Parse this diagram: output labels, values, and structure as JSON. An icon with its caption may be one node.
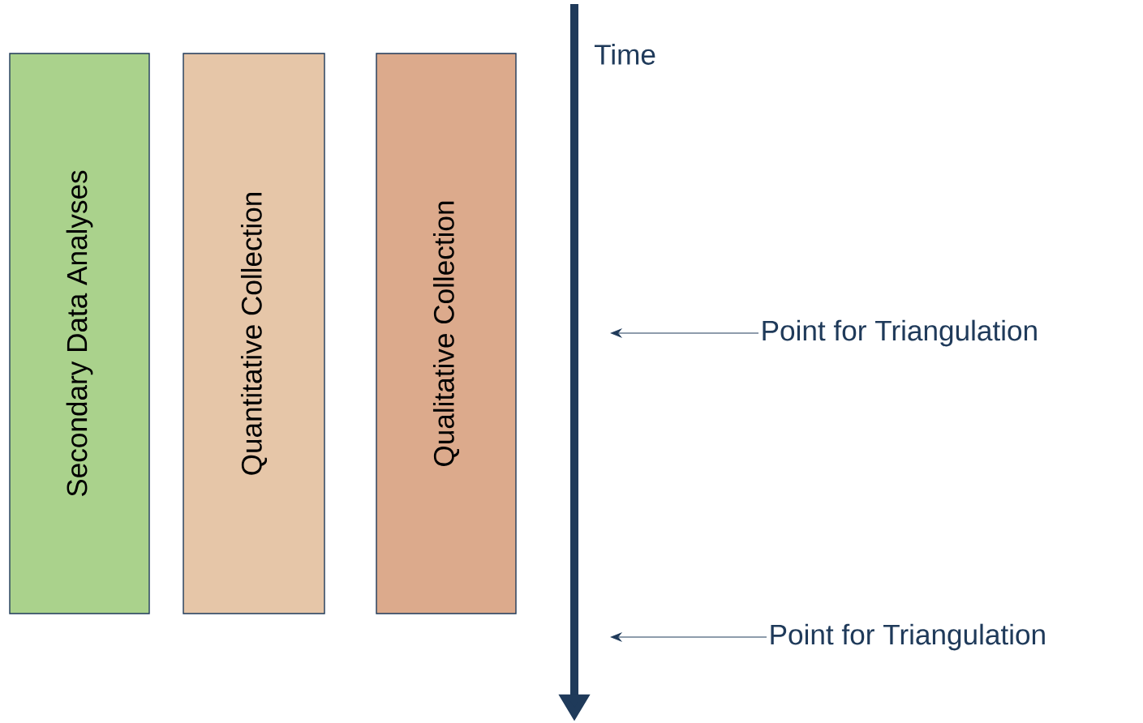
{
  "diagram": {
    "nodes": [
      {
        "text": [
          "Secondary Data Analyses"
        ]
      },
      {
        "text": [
          "Quantitative Collection"
        ]
      },
      {
        "text": [
          "Qualitative Collection"
        ]
      },
      {
        "text": [
          "Point for Triangulation"
        ]
      },
      {
        "text": [
          "Point for Triangulation"
        ]
      }
    ],
    "edges": [
      {
        "from": 3,
        "to": null,
        "arrow": "to"
      },
      {
        "from": 4,
        "to": null,
        "arrow": "to"
      }
    ],
    "labels": [
      "Time"
    ]
  }
}
